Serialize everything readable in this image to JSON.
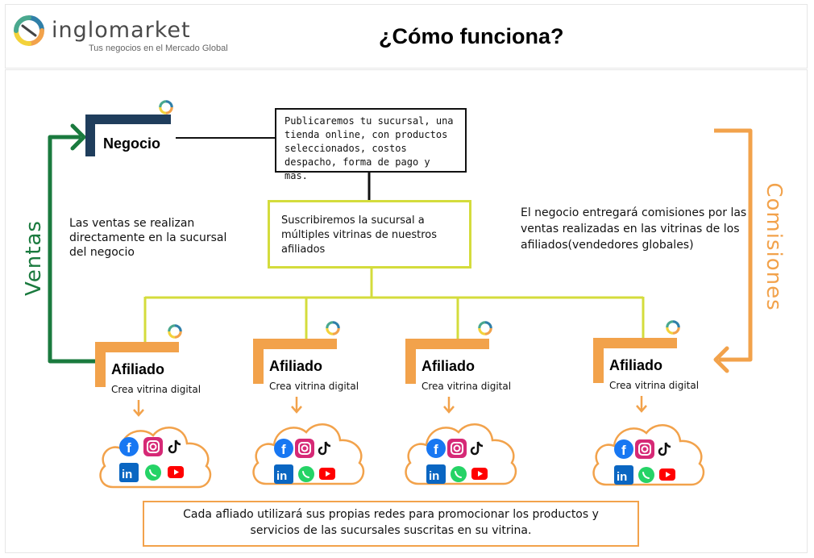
{
  "header": {
    "brand_name": "inglomarket",
    "brand_tagline": "Tus negocios en el Mercado Global",
    "title": "¿Cómo funciona?"
  },
  "negocio": {
    "label": "Negocio"
  },
  "publish_note": "Publicaremos tu sucursal, una tienda online, con productos seleccionados, costos despacho, forma de pago y más.",
  "subscribe_note": "Suscribiremos la sucursal a múltiples vitrinas de nuestros afiliados",
  "sales_note": "Las ventas se realizan directamente en la sucursal del negocio",
  "commission_note": "El negocio entregará comisiones por las ventas realizadas en las vitrinas de los afiliados(vendedores globales)",
  "side_labels": {
    "left": "Ventas",
    "right": "Comisiones"
  },
  "affiliates": [
    {
      "label": "Afiliado",
      "sub": "Crea vitrina digital"
    },
    {
      "label": "Afiliado",
      "sub": "Crea vitrina digital"
    },
    {
      "label": "Afiliado",
      "sub": "Crea vitrina digital"
    },
    {
      "label": "Afiliado",
      "sub": "Crea vitrina digital"
    }
  ],
  "social_icons": [
    "facebook-icon",
    "instagram-icon",
    "tiktok-icon",
    "linkedin-icon",
    "whatsapp-icon",
    "youtube-icon"
  ],
  "footer_note": "Cada afliado utilizará sus propias redes para promocionar los productos y servicios de las sucursales suscritas en su vitrina.",
  "colors": {
    "navy": "#1f3d5c",
    "orange": "#f2a24b",
    "lime": "#d4dc3c",
    "green": "#1a7a3e",
    "facebook": "#1877f2",
    "instagram": "#d62976",
    "linkedin": "#0a66c2",
    "whatsapp": "#25d366",
    "youtube": "#ff0000"
  }
}
